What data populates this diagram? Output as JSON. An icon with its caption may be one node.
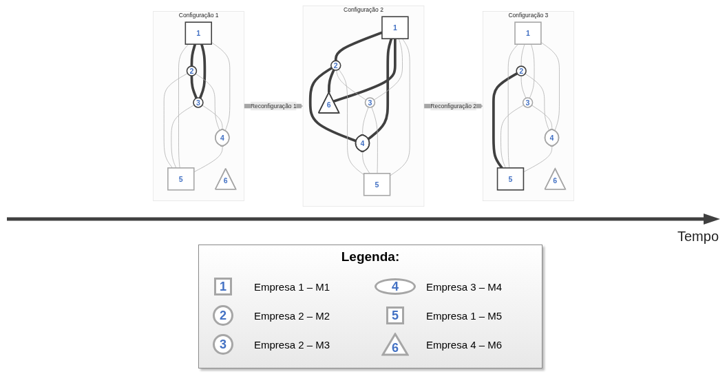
{
  "diagram": {
    "nodes": [
      {
        "text": [
          "Configuração 1"
        ]
      },
      {
        "text": [
          "1"
        ],
        "in": 0
      },
      {
        "text": [
          "2"
        ],
        "in": 0
      },
      {
        "text": [
          "3"
        ],
        "in": 0
      },
      {
        "text": [
          "4"
        ],
        "in": 0
      },
      {
        "text": [
          "5"
        ],
        "in": 0
      },
      {
        "text": [
          "6"
        ],
        "in": 0
      },
      {
        "text": [
          "Configuração 2"
        ]
      },
      {
        "text": [
          "1"
        ],
        "in": 7
      },
      {
        "text": [
          "2"
        ],
        "in": 7
      },
      {
        "text": [
          "3"
        ],
        "in": 7
      },
      {
        "text": [
          "4"
        ],
        "in": 7
      },
      {
        "text": [
          "5"
        ],
        "in": 7
      },
      {
        "text": [
          "6"
        ],
        "in": 7
      },
      {
        "text": [
          "Configuração 3"
        ]
      },
      {
        "text": [
          "1"
        ],
        "in": 14
      },
      {
        "text": [
          "2"
        ],
        "in": 14
      },
      {
        "text": [
          "3"
        ],
        "in": 14
      },
      {
        "text": [
          "4"
        ],
        "in": 14
      },
      {
        "text": [
          "5"
        ],
        "in": 14
      },
      {
        "text": [
          "6"
        ],
        "in": 14
      }
    ],
    "edges": [
      {
        "from": 1,
        "to": 2,
        "arrow": "none",
        "style": "thick",
        "color": "#404040"
      },
      {
        "from": 2,
        "to": 3,
        "arrow": "none",
        "style": "thick",
        "color": "#404040"
      },
      {
        "from": 1,
        "to": 3,
        "arrow": "none",
        "style": "thick",
        "color": "#404040"
      },
      {
        "from": 2,
        "to": 4,
        "arrow": "none"
      },
      {
        "from": 2,
        "to": 5,
        "arrow": "none"
      },
      {
        "from": 3,
        "to": 4,
        "arrow": "none"
      },
      {
        "from": 3,
        "to": 5,
        "arrow": "none"
      },
      {
        "from": 1,
        "to": 4,
        "arrow": "none"
      },
      {
        "from": 1,
        "to": 5,
        "arrow": "none"
      },
      {
        "from": 4,
        "to": 5,
        "arrow": "none"
      },
      {
        "from": 0,
        "to": 7,
        "arrow": "to",
        "label": "Reconfiguração 1",
        "style": "thick"
      },
      {
        "from": 8,
        "to": 9,
        "arrow": "none",
        "style": "thick",
        "color": "#404040"
      },
      {
        "from": 9,
        "to": 11,
        "arrow": "none",
        "style": "thick",
        "color": "#404040"
      },
      {
        "from": 9,
        "to": 13,
        "arrow": "none",
        "style": "thick",
        "color": "#404040"
      },
      {
        "from": 8,
        "to": 11,
        "arrow": "none",
        "style": "thick",
        "color": "#404040"
      },
      {
        "from": 8,
        "to": 13,
        "arrow": "none",
        "style": "thick",
        "color": "#404040"
      },
      {
        "from": 9,
        "to": 10,
        "arrow": "none"
      },
      {
        "from": 8,
        "to": 10,
        "arrow": "none"
      },
      {
        "from": 10,
        "to": 11,
        "arrow": "none"
      },
      {
        "from": 10,
        "to": 12,
        "arrow": "none"
      },
      {
        "from": 9,
        "to": 12,
        "arrow": "none"
      },
      {
        "from": 8,
        "to": 12,
        "arrow": "none"
      },
      {
        "from": 11,
        "to": 12,
        "arrow": "none"
      },
      {
        "from": 7,
        "to": 14,
        "arrow": "to",
        "label": "Reconfiguração 2",
        "style": "thick"
      },
      {
        "from": 15,
        "to": 16,
        "arrow": "none"
      },
      {
        "from": 16,
        "to": 17,
        "arrow": "none"
      },
      {
        "from": 15,
        "to": 17,
        "arrow": "none"
      },
      {
        "from": 16,
        "to": 18,
        "arrow": "none"
      },
      {
        "from": 16,
        "to": 19,
        "arrow": "none",
        "style": "thick",
        "color": "#404040"
      },
      {
        "from": 17,
        "to": 19,
        "arrow": "none"
      },
      {
        "from": 17,
        "to": 18,
        "arrow": "none"
      },
      {
        "from": 15,
        "to": 18,
        "arrow": "none"
      },
      {
        "from": 15,
        "to": 19,
        "arrow": "none"
      },
      {
        "from": 18,
        "to": 19,
        "arrow": "none"
      }
    ],
    "labels": [
      "Tempo",
      "Legenda:",
      "1",
      "4",
      "2",
      "5",
      "3",
      "6"
    ],
    "legend": [
      {
        "text": "Empresa 1 – M1"
      },
      {
        "text": "Empresa 3 – M4"
      },
      {
        "text": "Empresa 2 – M2"
      },
      {
        "text": "Empresa 1 – M5"
      },
      {
        "text": "Empresa 2 – M3"
      },
      {
        "text": "Empresa 4 – M6"
      }
    ]
  }
}
